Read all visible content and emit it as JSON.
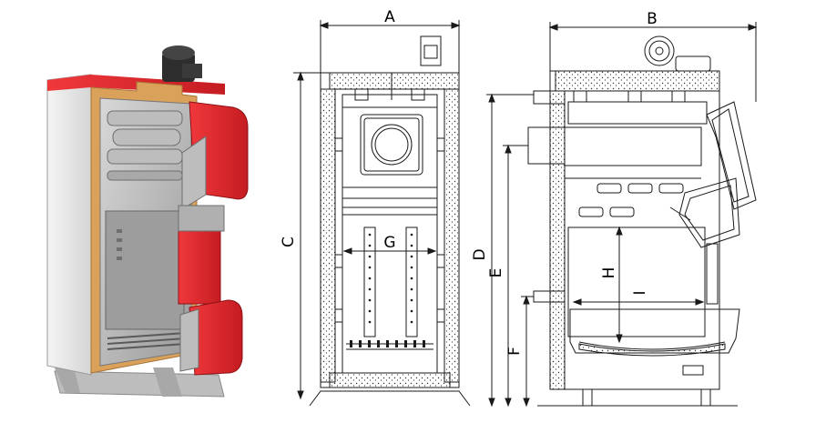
{
  "labels": {
    "A": "A",
    "B": "B",
    "C": "C",
    "D": "D",
    "E": "E",
    "F": "F",
    "G": "G",
    "H": "H",
    "I": "I"
  },
  "colors": {
    "red": "#e3262b",
    "dark_red": "#b81a1f",
    "insulation": "#d9a15a",
    "steel": "#c9c9c9",
    "casing": "#ececec",
    "line": "#1a1a1a"
  }
}
